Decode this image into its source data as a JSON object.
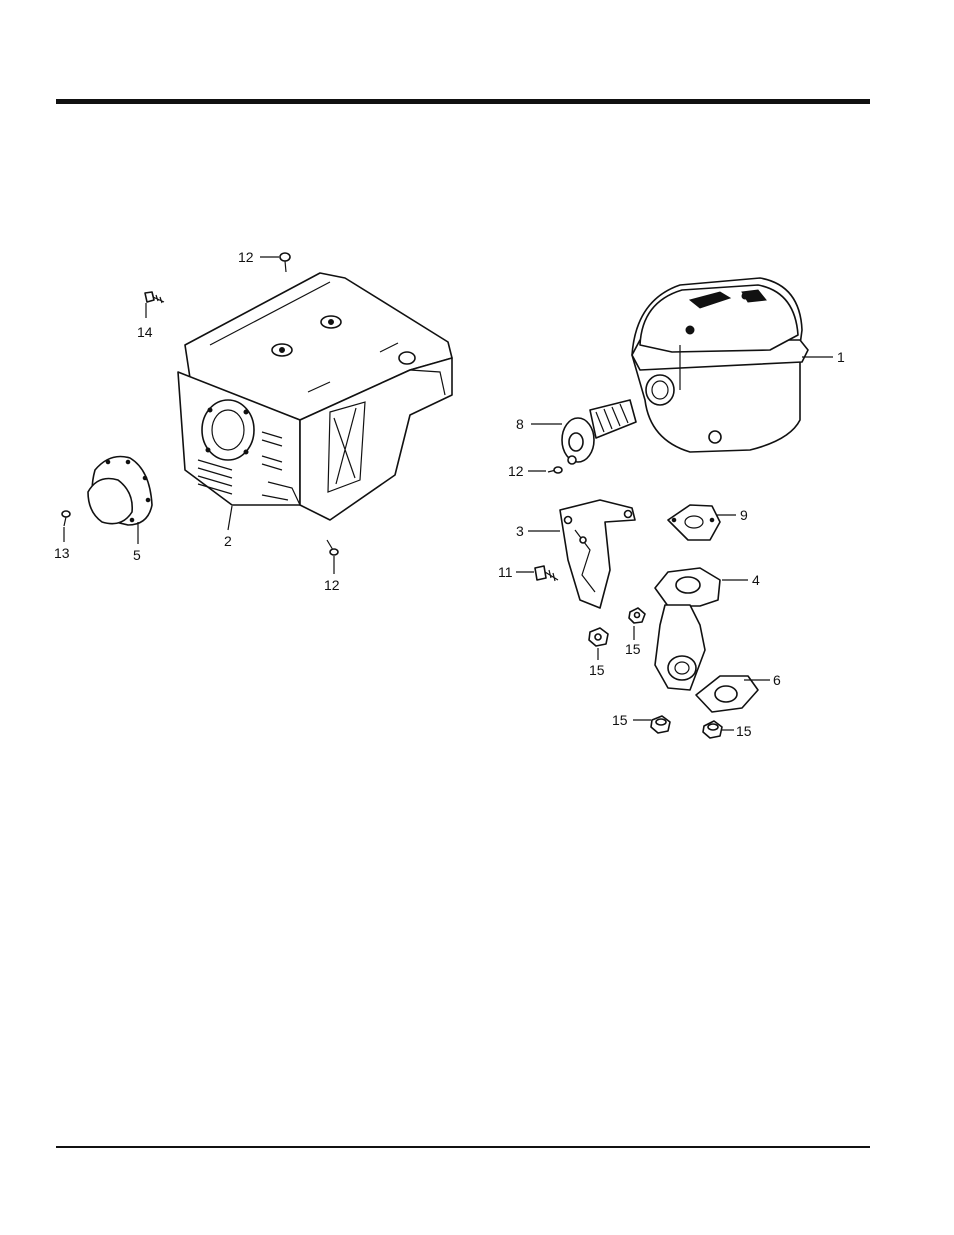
{
  "callouts": {
    "c1": "1",
    "c2": "2",
    "c3": "3",
    "c4": "4",
    "c5": "5",
    "c6": "6",
    "c8": "8",
    "c9": "9",
    "c11": "11",
    "c12a": "12",
    "c12b": "12",
    "c12c": "12",
    "c13": "13",
    "c14": "14",
    "c15a": "15",
    "c15b": "15",
    "c15c": "15",
    "c15d": "15"
  }
}
